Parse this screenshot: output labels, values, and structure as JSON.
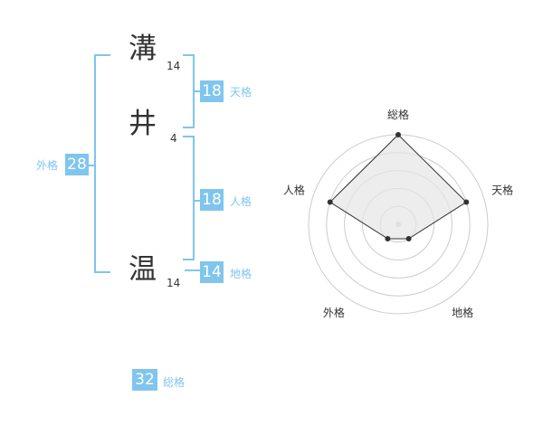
{
  "name_chars": [
    {
      "char": "溝",
      "strokes": "14"
    },
    {
      "char": "井",
      "strokes": "4"
    },
    {
      "char": "温",
      "strokes": "14"
    }
  ],
  "kaku": {
    "tenkaku": {
      "value": "18",
      "label": "天格"
    },
    "jinkaku": {
      "value": "18",
      "label": "人格"
    },
    "chikaku": {
      "value": "14",
      "label": "地格"
    },
    "gaikaku": {
      "value": "28",
      "label": "外格"
    },
    "soukaku": {
      "value": "32",
      "label": "総格"
    }
  },
  "colors": {
    "accent": "#7fc5ee",
    "text": "#333333",
    "grid": "#cccccc",
    "fill": "#e6e6e6"
  },
  "chart_data": {
    "type": "radar",
    "axes": [
      "総格",
      "天格",
      "地格",
      "外格",
      "人格"
    ],
    "max": 5,
    "values": [
      5,
      4,
      1,
      1,
      4
    ],
    "rings": 5
  }
}
